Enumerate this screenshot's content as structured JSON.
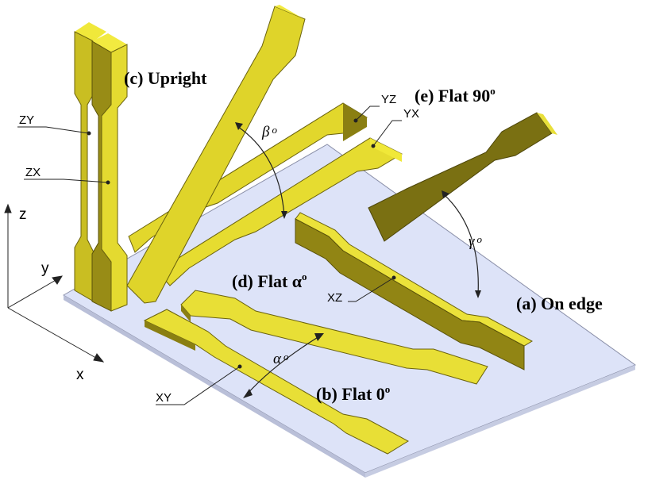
{
  "labels": {
    "upright": "(c) Upright",
    "flat90": "(e) Flat 90",
    "flat90_sup": "o",
    "flat_alpha": "(d) Flat α",
    "flat_alpha_sup": "o",
    "on_edge": "(a) On edge",
    "flat0": "(b) Flat 0",
    "flat0_sup": "o"
  },
  "orientation_codes": {
    "zy": "ZY",
    "zx": "ZX",
    "yz": "YZ",
    "yx": "YX",
    "xz": "XZ",
    "xy": "XY"
  },
  "angles": {
    "beta": "β",
    "gamma": "γ",
    "alpha": "α",
    "degree": "o"
  },
  "axes": {
    "z": "z",
    "y": "y",
    "x": "x"
  },
  "colors": {
    "plate": "#dde3f8",
    "specimen_light": "#e0d428",
    "specimen_dark": "#807510",
    "specimen_top": "#f2ea38"
  }
}
